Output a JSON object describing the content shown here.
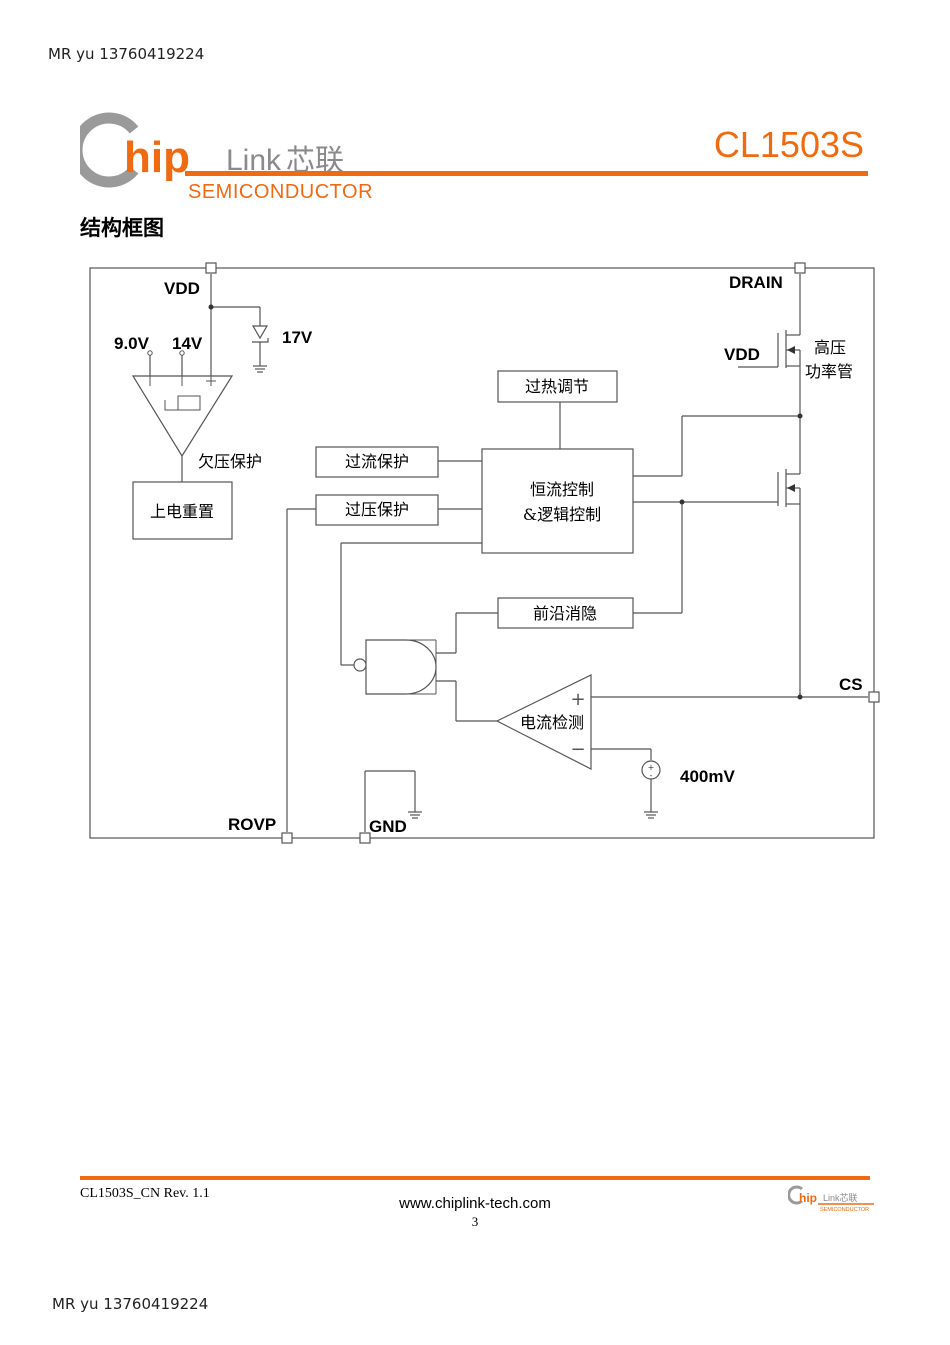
{
  "watermark_top": "MR yu 13760419224",
  "watermark_bottom": "MR yu 13760419224",
  "header": {
    "logo": {
      "text": "ChipLink芯联",
      "sub": "SEMICONDUCTOR"
    },
    "part_number": "CL1503S",
    "brand_color": "#ef6a10"
  },
  "section_title": "结构框图",
  "diagram": {
    "pins": {
      "vdd": "VDD",
      "drain": "DRAIN",
      "cs": "CS",
      "rovp": "ROVP",
      "gnd": "GND"
    },
    "uvlo_thresholds": {
      "v1": "9.0V",
      "v2": "14V"
    },
    "zener_voltage": "17V",
    "gate_vdd": "VDD",
    "blocks": {
      "uvlo": "欠压保护",
      "power_on_reset": "上电重置",
      "thermal": "过热调节",
      "ocp": "过流保护",
      "ovp": "过压保护",
      "control_line1": "恒流控制",
      "control_line2": "&逻辑控制",
      "leb": "前沿消隐",
      "current_sense": "电流检测"
    },
    "hv_mosfet_line1": "高压",
    "hv_mosfet_line2": "功率管",
    "reference": "400mV",
    "comparator_plus": "+",
    "comparator_minus": "−"
  },
  "footer": {
    "revision": "CL1503S_CN Rev. 1.1",
    "website": "www.chiplink-tech.com",
    "page": "3",
    "logo": "ChipLink芯联",
    "logo_sub": "SEMICONDUCTOR"
  }
}
